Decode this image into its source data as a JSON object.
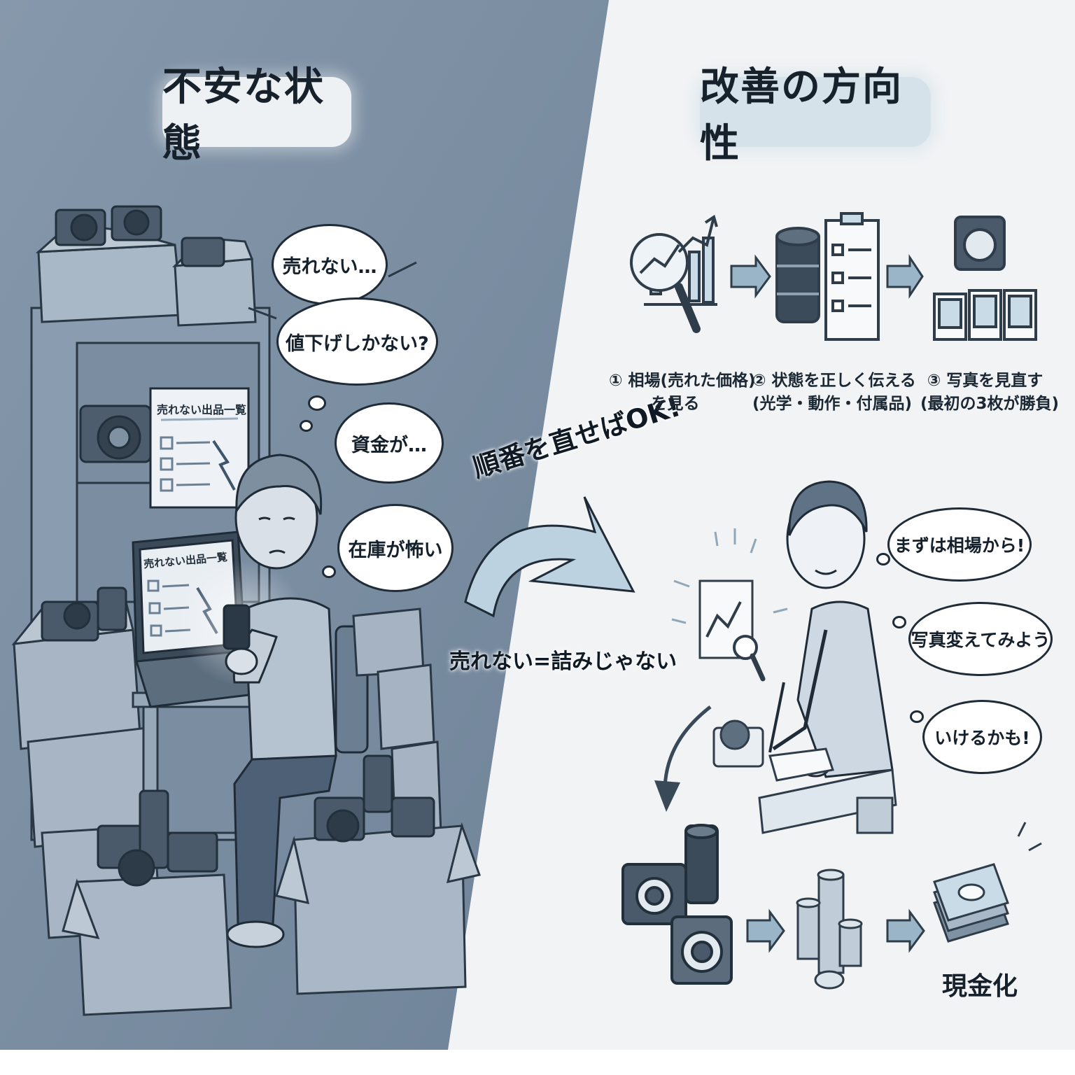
{
  "left_panel": {
    "title": "不安な状態",
    "thoughts": [
      "売れない…",
      "値下げしかない?",
      "資金が…",
      "在庫が怖い"
    ],
    "list_popup_title": "売れない出品一覧",
    "laptop_title": "売れない出品一覧"
  },
  "transition": {
    "arrow_caption": "順番を直せばOK!",
    "caption": "売れない=詰みじゃない"
  },
  "right_panel": {
    "title": "改善の方向性",
    "steps": [
      {
        "line1": "① 相場(売れた価格)",
        "line2": "を見る",
        "icon": "magnifier-chart-icon"
      },
      {
        "line1": "② 状態を正しく伝える",
        "line2": "(光学・動作・付属品)",
        "icon": "lens-checklist-icon"
      },
      {
        "line1": "③ 写真を見直す",
        "line2": "(最初の3枚が勝負)",
        "icon": "camera-photos-icon"
      }
    ],
    "thoughts": [
      "まずは相場から!",
      "写真変えてみよう",
      "いけるかも!"
    ],
    "outcome_label": "現金化"
  },
  "colors": {
    "left_bg": "#7f93a8",
    "right_bg": "#f1f3f5",
    "accent": "#c9dbe6",
    "ink": "#1f2b37"
  }
}
